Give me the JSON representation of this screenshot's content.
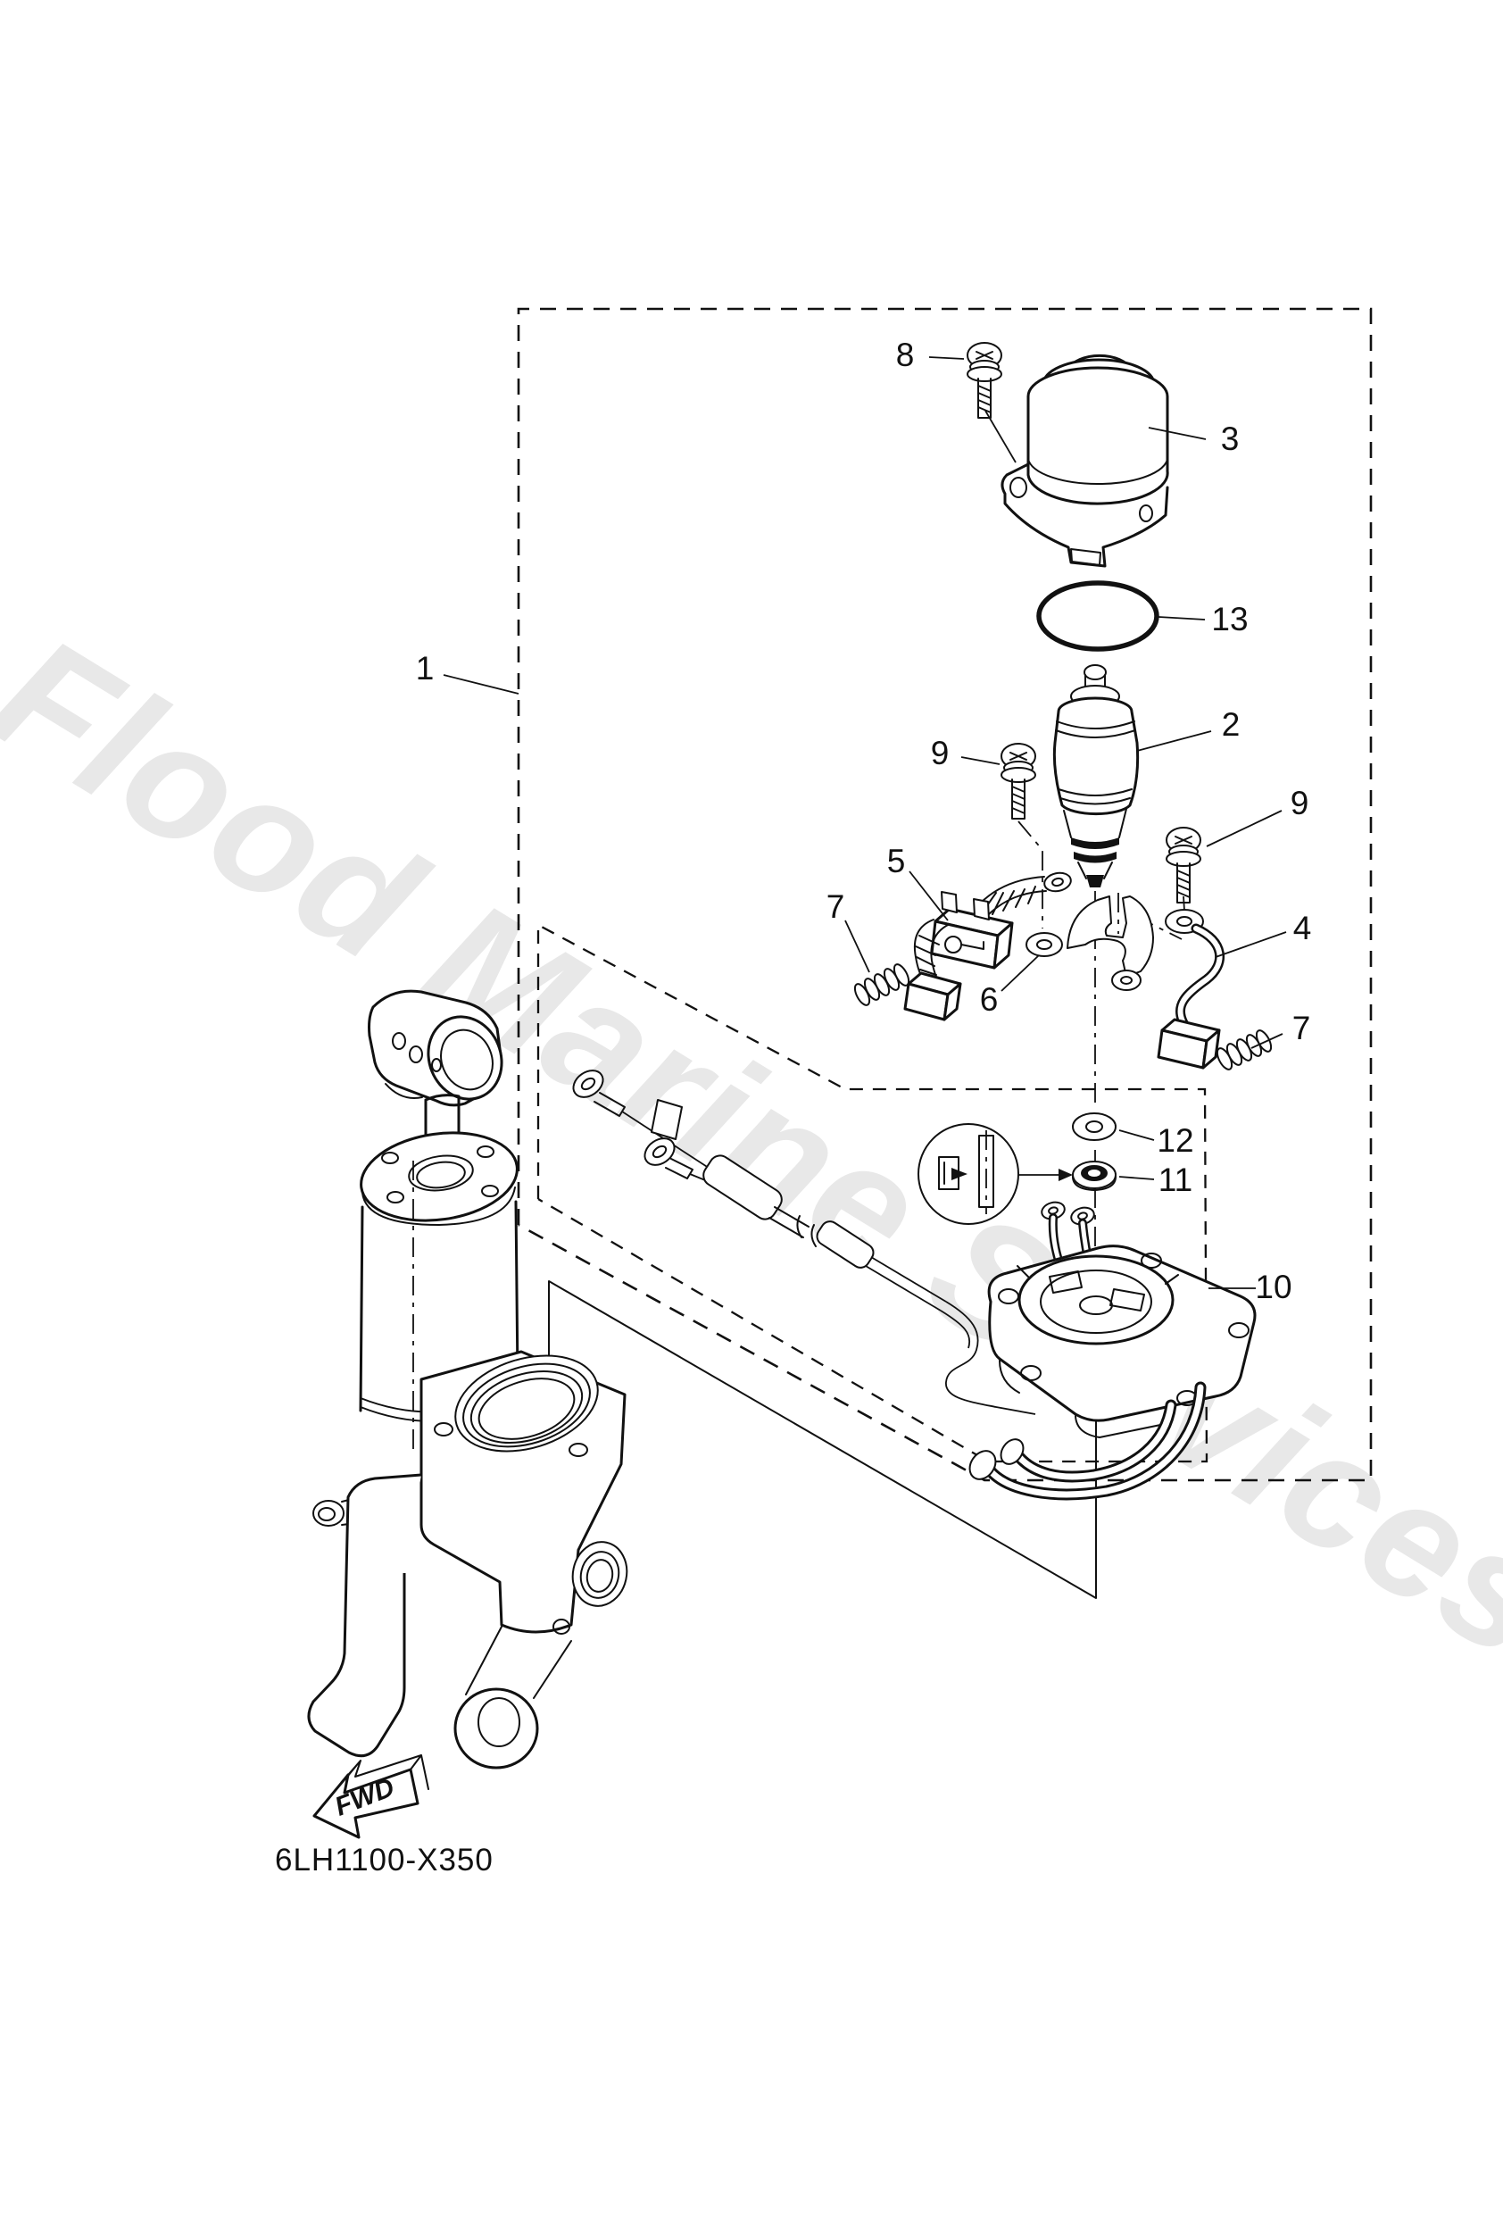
{
  "diagram": {
    "watermark": "Flood Marine Services",
    "drawing_code": "6LH1100-X350",
    "fwd_label": "FWD",
    "colors": {
      "line": "#111111",
      "watermark": "#e8e8e8",
      "background": "#ffffff"
    },
    "callouts": [
      {
        "id": "1",
        "label": "1"
      },
      {
        "id": "2",
        "label": "2"
      },
      {
        "id": "3",
        "label": "3"
      },
      {
        "id": "4",
        "label": "4"
      },
      {
        "id": "5",
        "label": "5"
      },
      {
        "id": "6",
        "label": "6"
      },
      {
        "id": "7a",
        "label": "7"
      },
      {
        "id": "7b",
        "label": "7"
      },
      {
        "id": "8",
        "label": "8"
      },
      {
        "id": "9a",
        "label": "9"
      },
      {
        "id": "9b",
        "label": "9"
      },
      {
        "id": "10",
        "label": "10"
      },
      {
        "id": "11",
        "label": "11"
      },
      {
        "id": "12",
        "label": "12"
      },
      {
        "id": "13",
        "label": "13"
      }
    ]
  }
}
